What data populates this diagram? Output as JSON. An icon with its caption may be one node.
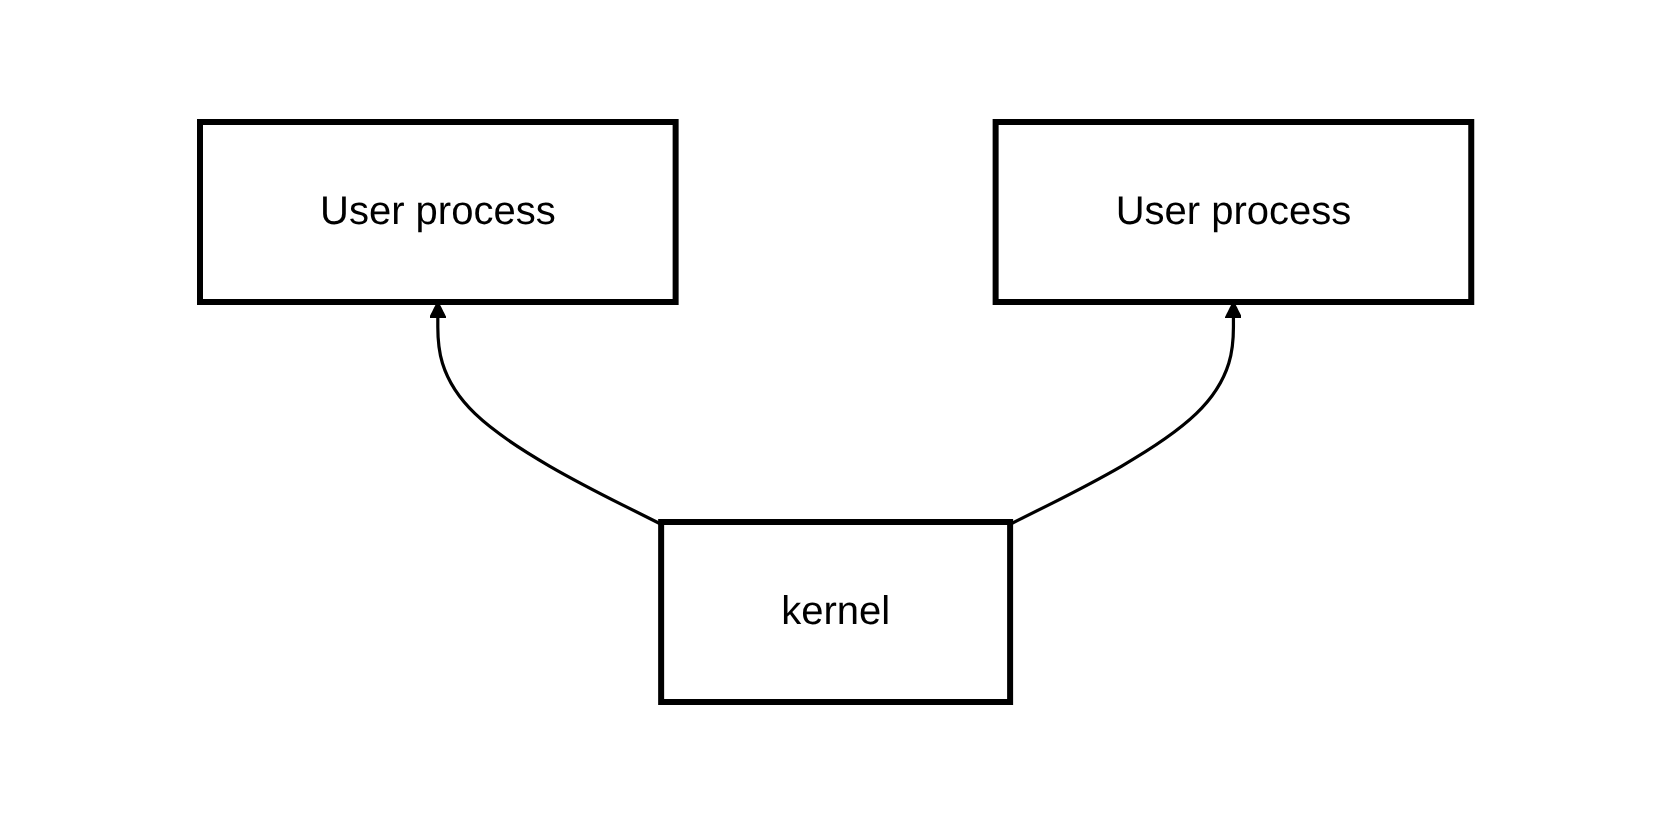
{
  "diagram": {
    "nodes": [
      {
        "text": [
          "User process"
        ]
      },
      {
        "text": [
          "User process"
        ]
      },
      {
        "text": [
          "kernel"
        ]
      }
    ],
    "edges": [
      {
        "from": 2,
        "to": 0,
        "arrow": "to"
      },
      {
        "from": 2,
        "to": 1,
        "arrow": "to"
      }
    ]
  }
}
